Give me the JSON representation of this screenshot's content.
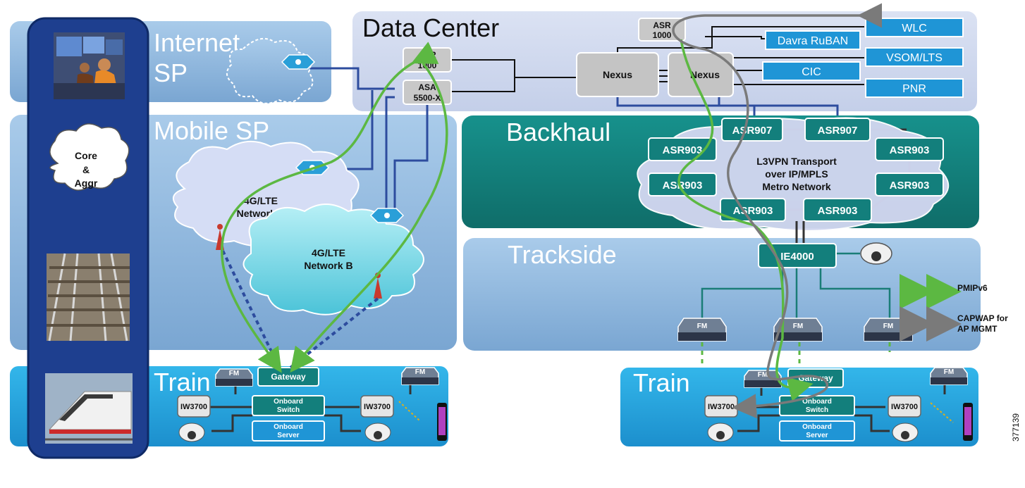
{
  "zones": {
    "internet": "Internet\nSP",
    "internet_l1": "Internet",
    "internet_l2": "SP",
    "data_center": "Data Center",
    "mobile": "Mobile SP",
    "backhaul": "Backhaul",
    "trackside": "Trackside",
    "train_left": "Train",
    "train_right": "Train"
  },
  "sidebar": {
    "core_l1": "Core",
    "core_l2": "&",
    "core_l3": "Aggr"
  },
  "datacenter": {
    "asr_top_l1": "ASR",
    "asr_top_l2": "1000",
    "asr_left_l1": "ASR",
    "asr_left_l2": "1000",
    "asa_l1": "ASA",
    "asa_l2": "5500-X",
    "nexus_a": "Nexus",
    "nexus_b": "Nexus",
    "wlc": "WLC",
    "davra": "Davra RuBAN",
    "vsom": "VSOM/LTS",
    "cic": "CIC",
    "pnr": "PNR"
  },
  "backhaul": {
    "routers": [
      "ASR907",
      "ASR907",
      "ASR903",
      "ASR903",
      "ASR903",
      "ASR903",
      "ASR903",
      "ASR903"
    ],
    "cloud_l1": "L3VPN Transport",
    "cloud_l2": "over IP/MPLS",
    "cloud_l3": "Metro Network"
  },
  "mobile": {
    "net_a_l1": "4G/LTE",
    "net_a_l2": "Network A",
    "net_b_l1": "4G/LTE",
    "net_b_l2": "Network B"
  },
  "trackside": {
    "switch": "IE4000",
    "fm": [
      "FM",
      "FM",
      "FM"
    ]
  },
  "train": {
    "fm": "FM",
    "gateway": "Gateway",
    "switch_l1": "Onboard",
    "switch_l2": "Switch",
    "server_l1": "Onboard",
    "server_l2": "Server",
    "ap": "IW3700"
  },
  "legend": {
    "pmip": "PMIPv6",
    "capwap_l1": "CAPWAP for",
    "capwap_l2": "AP MGMT"
  },
  "figure_number": "377139",
  "colors": {
    "zone_blue": "#8fb9de",
    "sidebar": "#1e3f8f",
    "teal": "#137f7c",
    "train": "#2aa7df",
    "dc_panel": "#cdd6ee",
    "service_box": "#1f95d6",
    "pmip_arrow": "#5cb842",
    "capwap_arrow": "#7a7a7a"
  }
}
